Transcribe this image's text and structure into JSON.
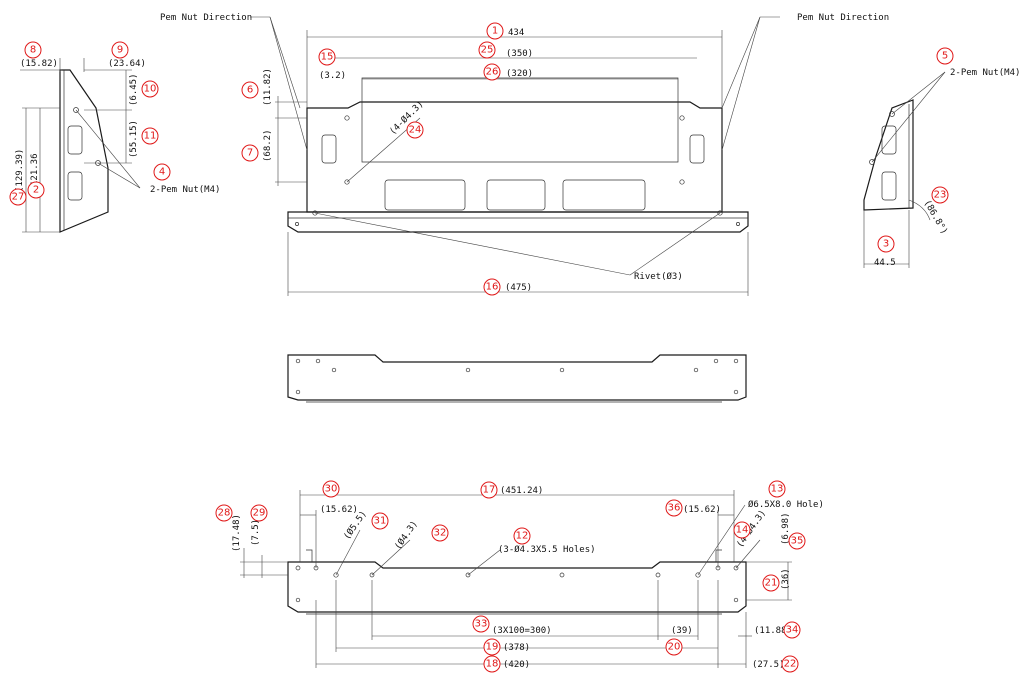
{
  "labels": {
    "pem_left": "Pem Nut Direction",
    "pem_right": "Pem Nut Direction",
    "d_434": "434",
    "d_350": "(350)",
    "d_320": "(320)",
    "d_3_2": "(3.2)",
    "d_11_82": "(11.82)",
    "d_68_2": "(68.2)",
    "d_4x43": "(4-Ø4.3)",
    "d_475": "(475)",
    "rivet": "Rivet(Ø3)",
    "d_15_82": "(15.82)",
    "d_23_64": "(23.64)",
    "d_6_45": "(6.45)",
    "d_55_15": "(55.15)",
    "d_129_39": "(129.39)",
    "d_121_36": "121.36",
    "pem2_left": "2-Pem Nut(M4)",
    "pem2_right": "2-Pem Nut(M4)",
    "d_86": "(86.8°)",
    "d_44_5": "44.5",
    "d_451": "(451.24)",
    "d_15_62a": "(15.62)",
    "d_15_62b": "(15.62)",
    "d_6_5": "Ø6.5X8.0 Hole)",
    "d_17_48": "(17.48)",
    "d_7_5": "(7.5)",
    "d_o5_5": "(Ø5.5)",
    "d_o4_3": "(Ø4.3)",
    "d_3holes": "(3-Ø4.3X5.5 Holes)",
    "d_4o43": "(4-Ø4.3)",
    "d_6_98": "(6.98)",
    "d_36": "(36)",
    "d_300": "(3X100=300)",
    "d_39": "(39)",
    "d_11_88": "(11.88)",
    "d_378": "(378)",
    "d_420": "(420)",
    "d_27_5": "(27.5)"
  },
  "balloons": [
    "1",
    "2",
    "3",
    "4",
    "5",
    "6",
    "7",
    "8",
    "9",
    "10",
    "11",
    "12",
    "13",
    "14",
    "15",
    "16",
    "17",
    "18",
    "19",
    "20",
    "21",
    "22",
    "23",
    "24",
    "25",
    "26",
    "27",
    "28",
    "29",
    "30",
    "31",
    "32",
    "33",
    "34",
    "35",
    "36"
  ],
  "colors": {
    "balloon": "#e01818",
    "line": "#1a1a1a"
  }
}
